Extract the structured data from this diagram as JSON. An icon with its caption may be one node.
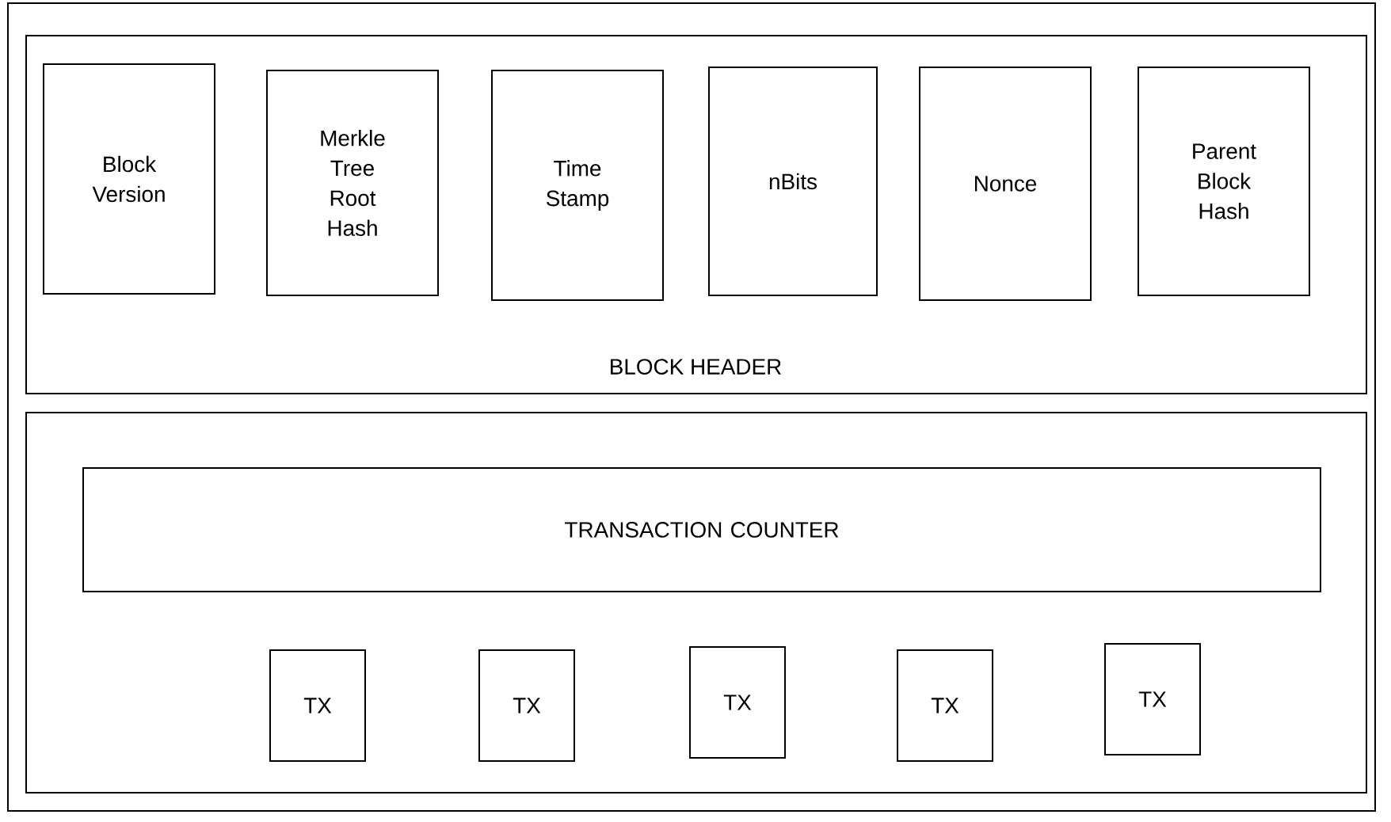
{
  "diagram": {
    "nodes": [
      {
        "text": [
          "BLOCK HEADER"
        ]
      },
      {
        "text": [
          "Block Version"
        ],
        "in": 0
      },
      {
        "text": [
          "Merkle Tree Root Hash"
        ],
        "in": 0
      },
      {
        "text": [
          "Time Stamp"
        ],
        "in": 0
      },
      {
        "text": [
          "nBits"
        ],
        "in": 0
      },
      {
        "text": [
          "Nonce"
        ],
        "in": 0
      },
      {
        "text": [
          "Parent Block Hash"
        ],
        "in": 0
      },
      {
        "text": [],
        "shape": "box"
      },
      {
        "text": [
          "TRANSACTION COUNTER"
        ],
        "in": 7
      },
      {
        "text": [
          "TX"
        ],
        "in": 7
      },
      {
        "text": [
          "TX"
        ],
        "in": 7
      },
      {
        "text": [
          "TX"
        ],
        "in": 7
      },
      {
        "text": [
          "TX"
        ],
        "in": 7
      },
      {
        "text": [
          "TX"
        ],
        "in": 7
      }
    ]
  }
}
